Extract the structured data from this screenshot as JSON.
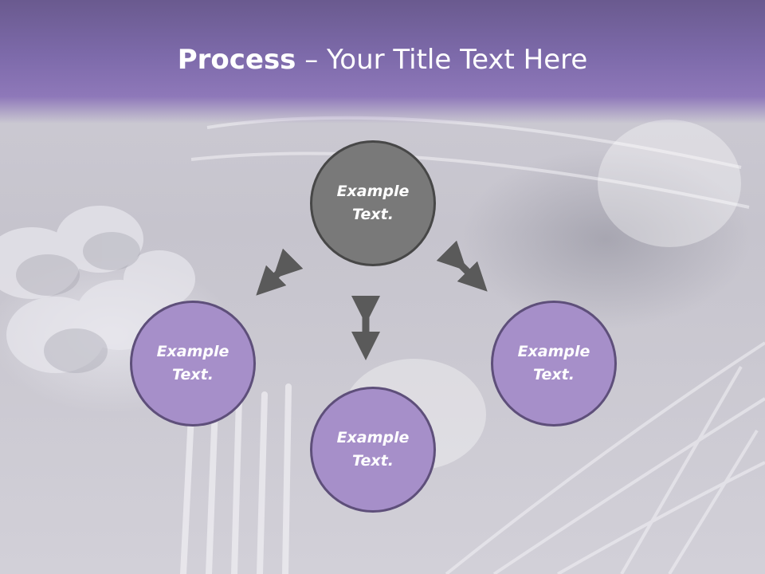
{
  "title": {
    "bold_part": "Process",
    "rest": " – Your Title Text Here"
  },
  "nodes": {
    "top": {
      "line1": "Example",
      "line2": "Text."
    },
    "left": {
      "line1": "Example",
      "line2": "Text."
    },
    "bottom": {
      "line1": "Example",
      "line2": "Text."
    },
    "right": {
      "line1": "Example",
      "line2": "Text."
    }
  },
  "colors": {
    "header": "#7d6aaa",
    "node_fill": "#a68fc9",
    "node_border": "#5e4f7a",
    "top_node_fill": "#797979",
    "arrow": "#5a5a5a"
  }
}
